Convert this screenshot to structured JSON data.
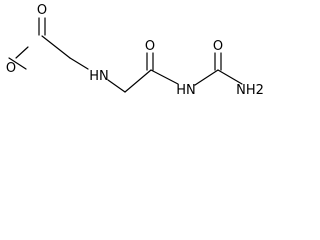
{
  "structure": {
    "atoms": {
      "ester_carbonyl_o": "O",
      "ester_ether_o": "O",
      "amine_n": "HN",
      "amide_carbonyl_o": "O",
      "imide_n": "HN",
      "urea_carbonyl_o": "O",
      "terminal_amine": "NH2"
    }
  }
}
